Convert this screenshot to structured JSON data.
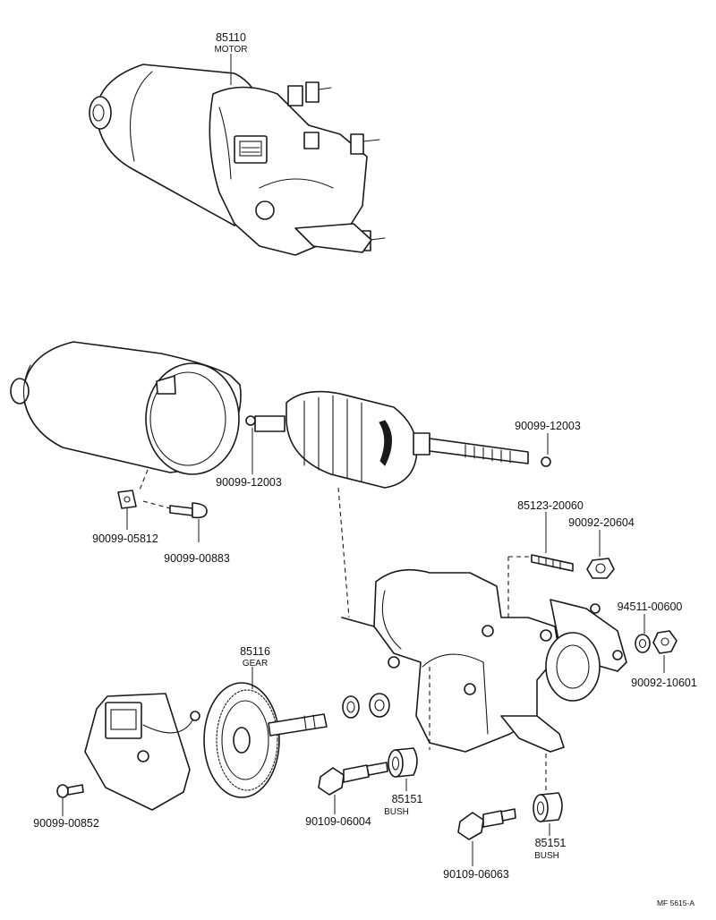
{
  "labels": {
    "motor": {
      "number": "85110",
      "name": "MOTOR"
    },
    "gear": {
      "number": "85116",
      "name": "GEAR"
    },
    "bush_upper": {
      "number": "85151",
      "name": "BUSH"
    },
    "bush_lower": {
      "number": "85151",
      "name": "BUSH"
    },
    "ball_left": "90099-12003",
    "ball_right": "90099-12003",
    "nut_plate": "90099-05812",
    "screw_housing": "90099-00883",
    "stud": "85123-20060",
    "nut_stud": "90092-20604",
    "washer_side": "94511-00600",
    "nut_side": "90092-10601",
    "screw_cover": "90099-00852",
    "bolt_upper": "90109-06004",
    "bolt_lower": "90109-06063"
  },
  "figure_code": "MF 5615-A"
}
